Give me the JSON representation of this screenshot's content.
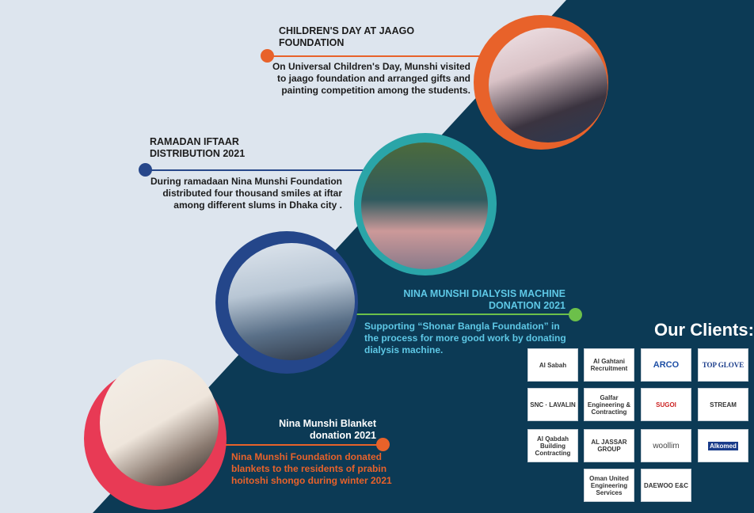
{
  "events": [
    {
      "title": "CHILDREN'S DAY AT JAAGO FOUNDATION",
      "body": "On Universal Children's Day, Munshi visited to jaago foundation and arranged gifts and painting  competition among the students.",
      "accent": "#e8622a"
    },
    {
      "title": "RAMADAN IFTAAR DISTRIBUTION 2021",
      "body": "During ramadaan Nina Munshi Foundation distributed four thousand smiles at iftar among different slums in Dhaka city .",
      "accent": "#27478a"
    },
    {
      "title": "NINA MUNSHI  DIALYSIS MACHINE DONATION 2021",
      "body": "Supporting “Shonar Bangla Foundation” in the process for more good work by donating dialysis machine.",
      "accent": "#6cc04a"
    },
    {
      "title": "Nina Munshi Blanket donation 2021",
      "body": "Nina Munshi  Foundation donated blankets to the residents of prabin hoitoshi shongo during winter 2021",
      "accent": "#e8622a"
    }
  ],
  "clients": {
    "heading": "Our Clients:",
    "logos": [
      "Al Sabah",
      "Al Gahtani Recruitment",
      "ARCO",
      "TOP GLOVE",
      "SNC · LAVALIN",
      "Galfar Engineering & Contracting",
      "SUGOI",
      "STREAM",
      "Al Qabdah Building Contracting",
      "AL JASSAR GROUP",
      "woollim",
      "Alkomed",
      "Oman United Engineering Services",
      "DAEWOO E&C"
    ]
  },
  "colors": {
    "dark": "#0c3a55",
    "light": "#dde5ee",
    "orange": "#e8622a",
    "teal": "#2aa5a8",
    "blue": "#24468a",
    "red": "#e83a55",
    "cyan": "#5ec8e6"
  }
}
